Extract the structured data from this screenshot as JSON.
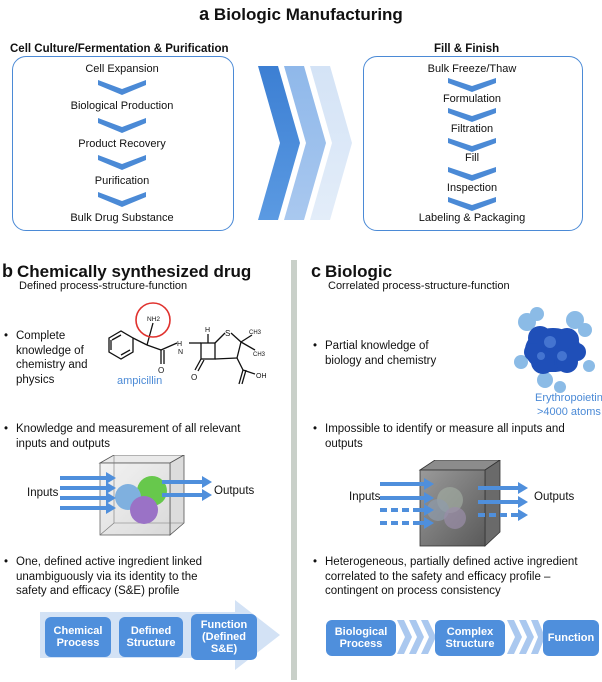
{
  "panel_a": {
    "letter": "a",
    "title": "Biologic Manufacturing",
    "left_heading": "Cell Culture/Fermentation & Purification",
    "left_steps": [
      "Cell Expansion",
      "Biological Production",
      "Product Recovery",
      "Purification",
      "Bulk Drug Substance"
    ],
    "right_heading": "Fill & Finish",
    "right_steps": [
      "Bulk Freeze/Thaw",
      "Formulation",
      "Filtration",
      "Fill",
      "Inspection",
      "Labeling & Packaging"
    ]
  },
  "panel_b": {
    "letter": "b",
    "title": "Chemically synthesized drug",
    "subtitle": "Defined process-structure-function",
    "bullet1": [
      "Complete",
      "knowledge of",
      "chemistry and",
      "physics"
    ],
    "molecule_name": "ampicillin",
    "molecule_labels": {
      "nh2": "NH2",
      "h": "H",
      "n": "N",
      "s": "S",
      "ch3a": "CH3",
      "ch3b": "CH3",
      "o1": "O",
      "o2": "O",
      "oh": "OH"
    },
    "bullet2": [
      "Knowledge and measurement of all relevant",
      "inputs and outputs"
    ],
    "inputs_label": "Inputs",
    "outputs_label": "Outputs",
    "bullet3": [
      "One, defined active ingredient linked",
      "unambiguously via its identity to the",
      "safety and efficacy (S&E) profile"
    ],
    "flow": [
      [
        "Chemical",
        "Process"
      ],
      [
        "Defined",
        "Structure"
      ],
      [
        "Function",
        "(Defined",
        "S&E)"
      ]
    ]
  },
  "panel_c": {
    "letter": "c",
    "title": "Biologic",
    "subtitle": "Correlated process-structure-function",
    "bullet1": [
      "Partial knowledge of",
      "biology and chemistry"
    ],
    "protein_name": [
      "Erythropoietin",
      ">4000 atoms"
    ],
    "bullet2": [
      "Impossible to identify or measure all inputs and",
      "outputs"
    ],
    "inputs_label": "Inputs",
    "outputs_label": "Outputs",
    "bullet3": [
      "Heterogeneous, partially defined active ingredient",
      "correlated to the safety and efficacy profile –",
      "contingent on process consistency"
    ],
    "flow": [
      [
        "Biological",
        "Process"
      ],
      [
        "Complex",
        "Structure"
      ],
      [
        "Function"
      ]
    ]
  },
  "bullet_symbol": "•",
  "colors": {
    "accent": "#4b8ad6",
    "box_fill": "#4f8fdc",
    "light_arrow": "#c9dcf3",
    "divider": "#c9d0c9",
    "red_circle": "#e0322e"
  }
}
